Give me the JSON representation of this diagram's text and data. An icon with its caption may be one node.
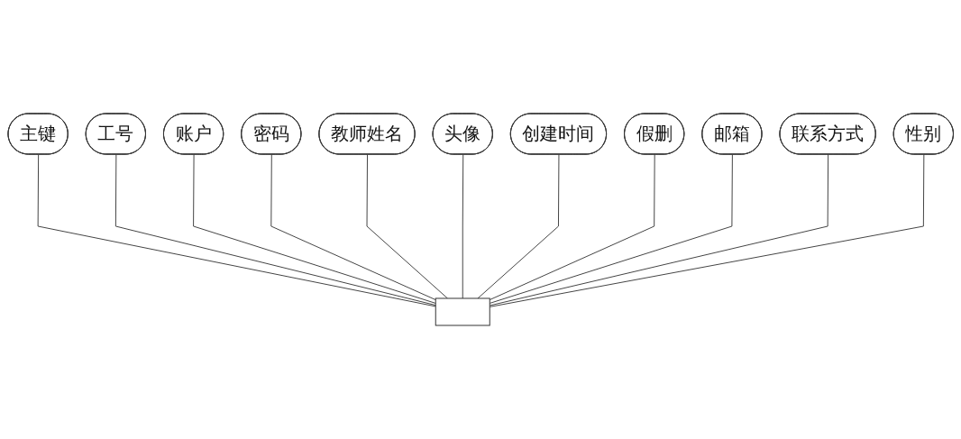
{
  "diagram": {
    "nodes": [
      {
        "text": [
          "主键"
        ]
      },
      {
        "text": [
          "工号"
        ]
      },
      {
        "text": [
          "账户"
        ]
      },
      {
        "text": [
          "密码"
        ]
      },
      {
        "text": [
          "教师姓名"
        ]
      },
      {
        "text": [
          "头像"
        ]
      },
      {
        "text": [
          "创建时间"
        ]
      },
      {
        "text": [
          "假删"
        ]
      },
      {
        "text": [
          "邮箱"
        ]
      },
      {
        "text": [
          "联系方式"
        ]
      },
      {
        "text": [
          "性别"
        ]
      },
      {
        "text": [],
        "shape": "box"
      }
    ],
    "edges": [
      {
        "from": 11,
        "to": 0,
        "arrow": "none"
      },
      {
        "from": 11,
        "to": 1,
        "arrow": "none"
      },
      {
        "from": 11,
        "to": 2,
        "arrow": "none"
      },
      {
        "from": 11,
        "to": 3,
        "arrow": "none"
      },
      {
        "from": 11,
        "to": 4,
        "arrow": "none"
      },
      {
        "from": 11,
        "to": 5,
        "arrow": "none"
      },
      {
        "from": 11,
        "to": 6,
        "arrow": "none"
      },
      {
        "from": 11,
        "to": 7,
        "arrow": "none"
      },
      {
        "from": 11,
        "to": 8,
        "arrow": "none"
      },
      {
        "from": 11,
        "to": 9,
        "arrow": "none"
      },
      {
        "from": 11,
        "to": 10,
        "arrow": "none"
      }
    ]
  }
}
